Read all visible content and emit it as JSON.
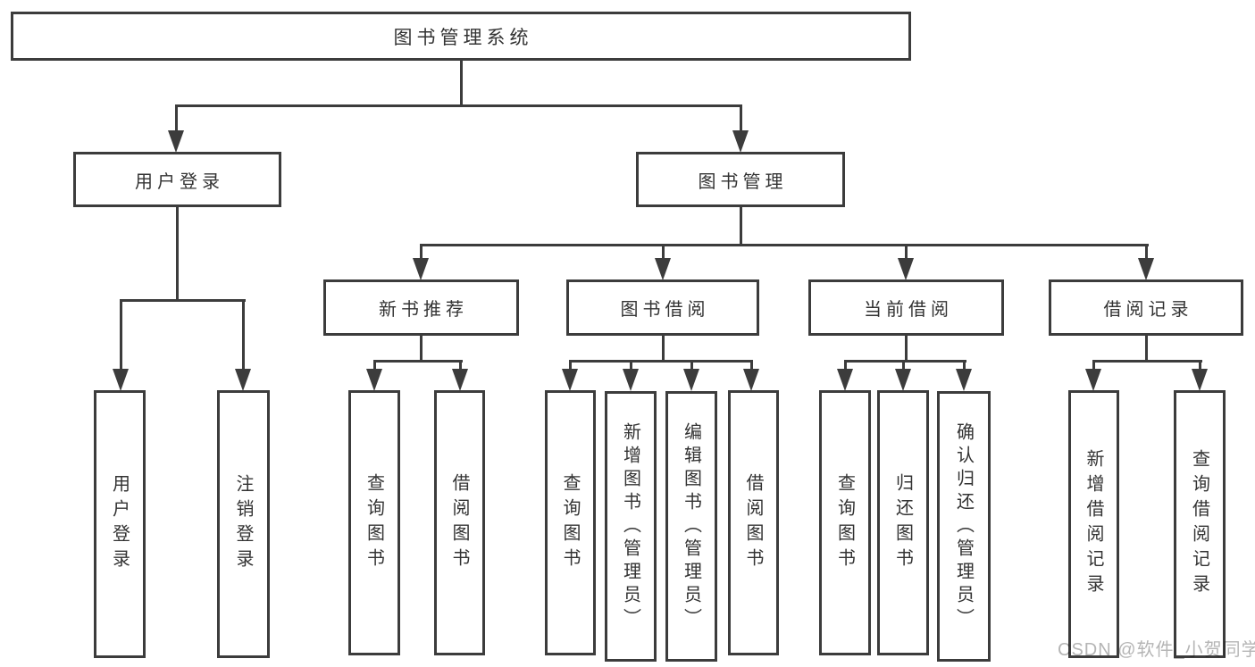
{
  "diagram_type": "hierarchy-tree",
  "root": {
    "label": "图书管理系统"
  },
  "branches": [
    {
      "label": "用户登录",
      "children": [
        {
          "label": "用户登录"
        },
        {
          "label": "注销登录"
        }
      ]
    },
    {
      "label": "图书管理",
      "children": [
        {
          "label": "新书推荐",
          "children": [
            {
              "label": "查询图书"
            },
            {
              "label": "借阅图书"
            }
          ]
        },
        {
          "label": "图书借阅",
          "children": [
            {
              "label": "查询图书"
            },
            {
              "label": "新增图书（管理员）"
            },
            {
              "label": "编辑图书（管理员）"
            },
            {
              "label": "借阅图书"
            }
          ]
        },
        {
          "label": "当前借阅",
          "children": [
            {
              "label": "查询图书"
            },
            {
              "label": "归还图书"
            },
            {
              "label": "确认归还（管理员）"
            }
          ]
        },
        {
          "label": "借阅记录",
          "children": [
            {
              "label": "新增借阅记录"
            },
            {
              "label": "查询借阅记录"
            }
          ]
        }
      ]
    }
  ],
  "watermark": "CSDN @软件_小贺同学",
  "colors": {
    "line": "#3c3c3c",
    "text": "#333333",
    "watermark": "#b5b5b5",
    "background": "#ffffff"
  }
}
